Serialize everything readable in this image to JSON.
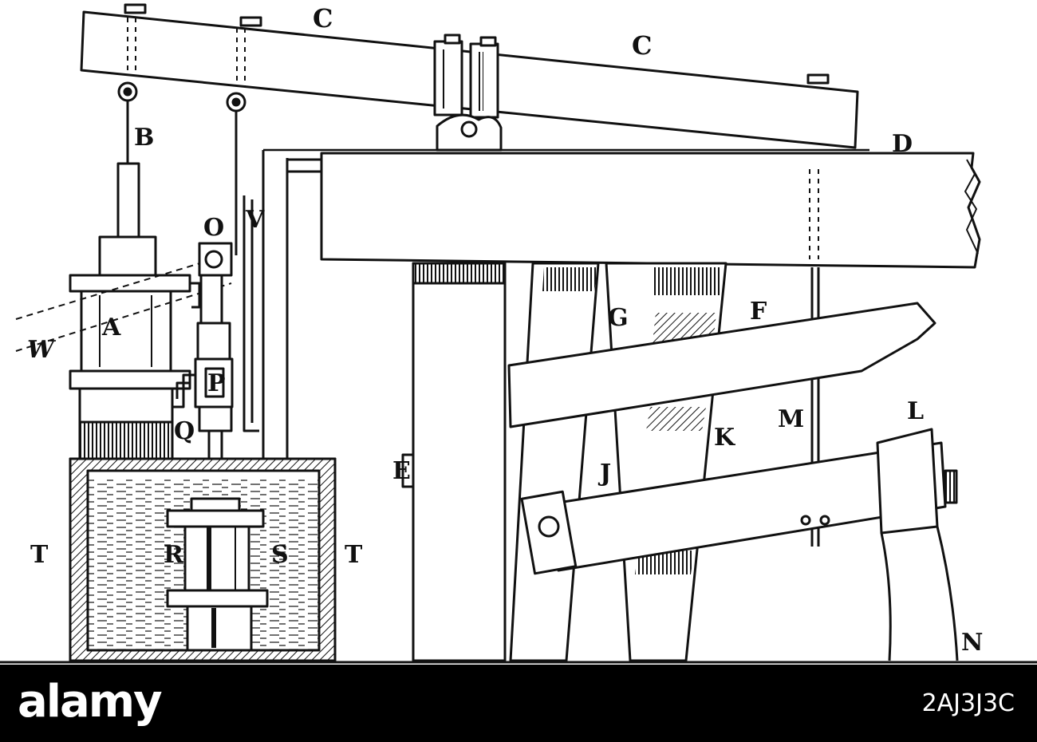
{
  "labels": {
    "C1": "C",
    "C2": "C",
    "B": "B",
    "D": "D",
    "O": "O",
    "V": "V",
    "W": "W",
    "A": "A",
    "P": "P",
    "Q": "Q",
    "G": "G",
    "F": "F",
    "K": "K",
    "M": "M",
    "L": "L",
    "J": "J",
    "E": "E",
    "T1": "T",
    "R": "R",
    "S": "S",
    "T2": "T",
    "N": "N"
  },
  "footer": {
    "wordmark": "alamy",
    "image_id": "2AJ3J3C"
  },
  "colors": {
    "ink": "#111111",
    "paper": "#ffffff",
    "footer_bg": "#000000",
    "footer_text": "#ffffff"
  }
}
